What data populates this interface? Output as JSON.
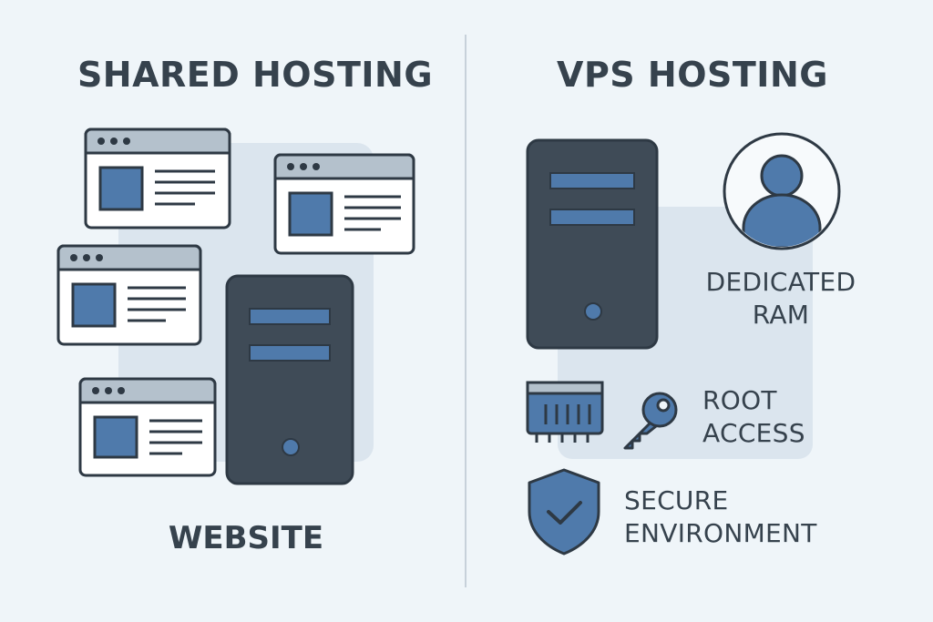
{
  "shared": {
    "title": "SHARED HOSTING",
    "caption": "WEBSITE"
  },
  "vps": {
    "title": "VPS HOSTING",
    "features": {
      "dedicated_ram": [
        "DEDICATED",
        "RAM"
      ],
      "root_access": [
        "ROOT",
        "ACCESS"
      ],
      "secure_environment": [
        "SECURE",
        "ENVIRONMENT"
      ]
    }
  },
  "colors": {
    "background": "#eff5f9",
    "text": "#36424d",
    "server": "#3f4b57",
    "accent_blue": "#4f7aab",
    "panel_shade": "#dbe5ee",
    "window_bar": "#b4c1cc",
    "outline": "#2e3944"
  },
  "icons": [
    "browser-window-icon",
    "server-icon",
    "user-icon",
    "ram-module-icon",
    "key-icon",
    "shield-check-icon"
  ]
}
